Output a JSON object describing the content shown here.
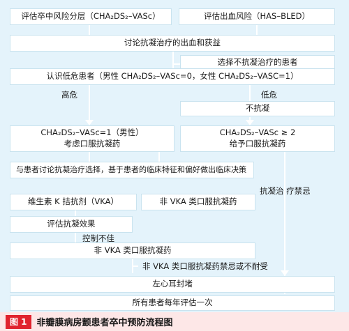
{
  "flow": {
    "stroke_score": "评估卒中风险分层（CHA₂DS₂–VASc）",
    "bleed_score": "评估出血风险（HAS–BLED）",
    "discuss": "讨论抗凝治疗的出血和获益",
    "choose_no": "选择不抗凝治疗的患者",
    "identify_low": "认识低危患者（男性 CHA₂DS₂–VASc=0，女性 CHA₂DS₂–VASC=1）",
    "high_risk": "高危",
    "low_risk": "低危",
    "no_anticoag": "不抗凝",
    "male_score1_l1": "CHA₂DS₂–VASc=1（男性）",
    "male_score1_l2": "考虑口服抗凝药",
    "score2_l1": "CHA₂DS₂–VASc ≥ 2",
    "score2_l2": "给予口服抗凝药",
    "shared_decision": "与患者讨论抗凝治疗选择，基于患者的临床特征和偏好做出临床决策",
    "contraindicated": "抗凝治 疗禁忌",
    "vka": "维生素 K 拮抗剂（VKA）",
    "noac_1": "非 VKA 类口服抗凝药",
    "evaluate_effect": "评估抗凝效果",
    "poor_control": "控制不佳",
    "noac_2": "非 VKA 类口服抗凝药",
    "noac_intolerant": "非 VKA 类口服抗凝药禁忌或不耐受",
    "laa_occlusion": "左心耳封堵",
    "annual_review": "所有患者每年评估一次"
  },
  "caption": {
    "tag": "图 1",
    "title": "非瓣膜病房颤患者卒中预防流程图"
  },
  "colors": {
    "background": "#e4f3fb",
    "box": "#ffffff",
    "connector": "#ffffff",
    "caption_bg": "#fde7e7",
    "caption_tag": "#e0232e"
  }
}
